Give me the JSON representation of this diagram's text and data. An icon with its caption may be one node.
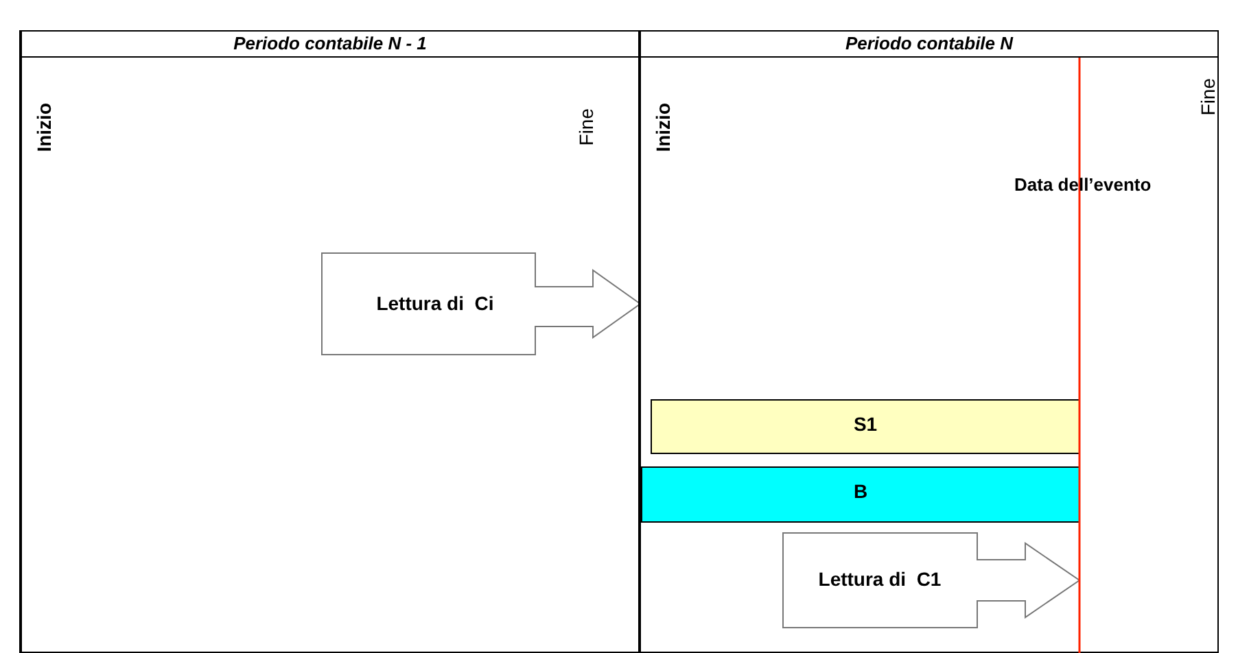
{
  "diagram": {
    "nodes": [
      {
        "text": [
          "Periodo contabile N - 1"
        ]
      },
      {
        "text": [
          "Periodo contabile N"
        ]
      },
      {
        "text": [
          "Lettura di  Ci"
        ],
        "in": 0
      },
      {
        "text": [
          "S1"
        ],
        "in": 1
      },
      {
        "text": [
          "B"
        ],
        "in": 1
      },
      {
        "text": [
          "Lettura di  C1"
        ],
        "in": 1
      }
    ],
    "edges": [],
    "labels": [
      "Inizio",
      "Fine",
      "Inizio",
      "Fine",
      "Data dell’evento"
    ]
  }
}
